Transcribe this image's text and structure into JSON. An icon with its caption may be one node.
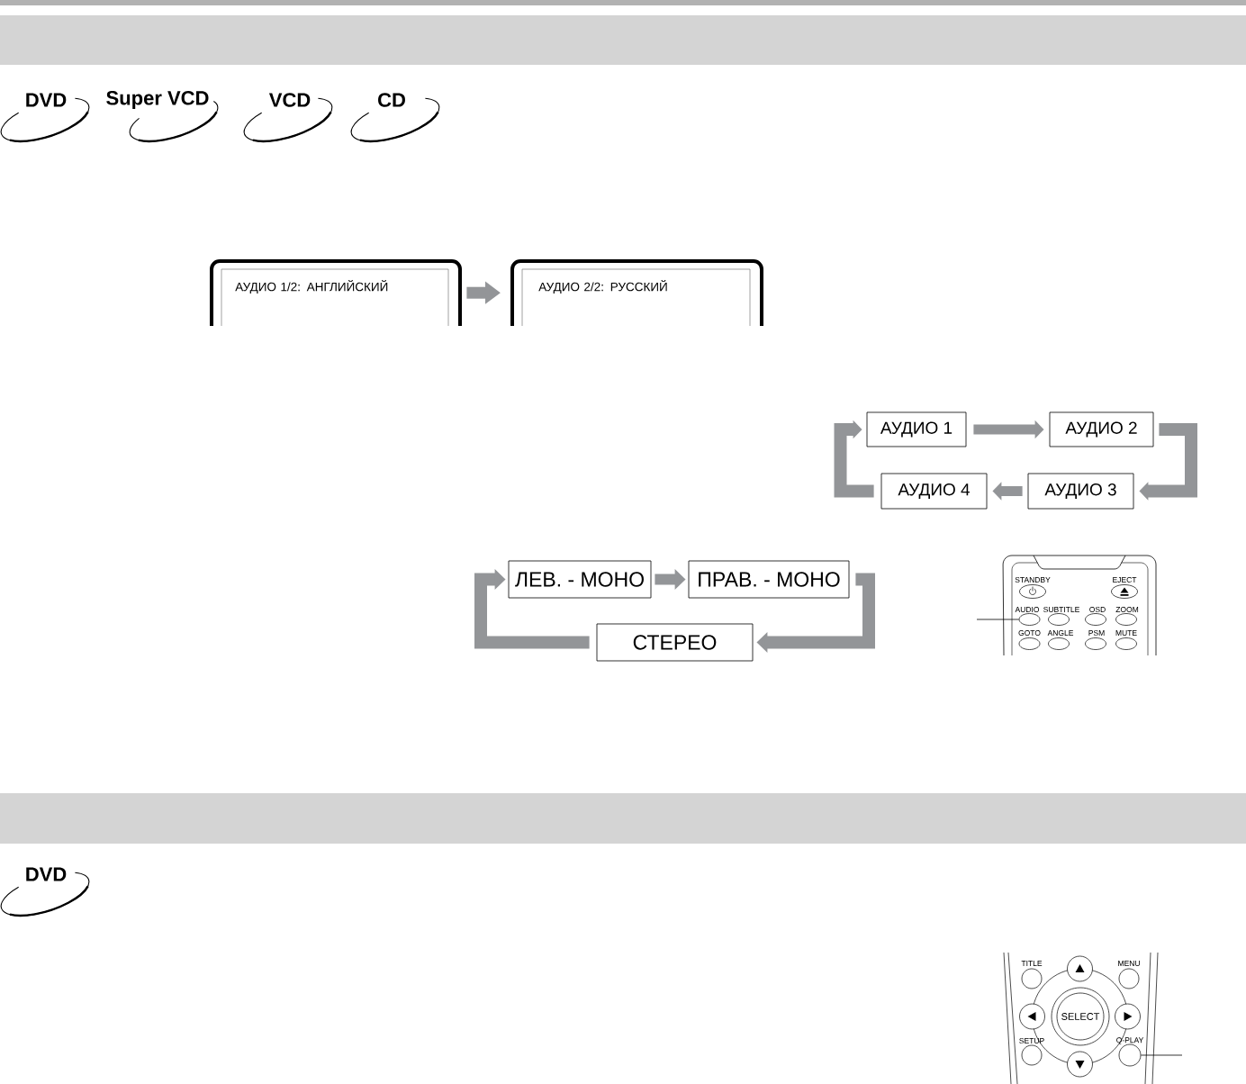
{
  "diagram": {
    "nodes": [
      {
        "text": [
          "DVD"
        ]
      },
      {
        "text": [
          "Super VCD"
        ]
      },
      {
        "text": [
          "VCD"
        ]
      },
      {
        "text": [
          "CD"
        ]
      },
      {
        "text": [
          "АУДИО 1/2: АНГЛИЙСКИЙ"
        ]
      },
      {
        "text": [
          "АУДИО 2/2: РУССКИЙ"
        ]
      },
      {
        "text": [
          "АУДИО 1"
        ]
      },
      {
        "text": [
          "АУДИО 2"
        ]
      },
      {
        "text": [
          "АУДИО 4"
        ]
      },
      {
        "text": [
          "АУДИО 3"
        ]
      },
      {
        "text": [
          "ЛЕВ. - МОНО"
        ]
      },
      {
        "text": [
          "ПРАВ. - МОНО"
        ]
      },
      {
        "text": [
          "СТЕРЕО"
        ]
      },
      {
        "text": [
          "STANDBY"
        ]
      },
      {
        "text": [
          "EJECT"
        ]
      },
      {
        "text": [
          "AUDIO"
        ]
      },
      {
        "text": [
          "SUBTITLE"
        ]
      },
      {
        "text": [
          "OSD"
        ]
      },
      {
        "text": [
          "ZOOM"
        ]
      },
      {
        "text": [
          "GOTO"
        ]
      },
      {
        "text": [
          "ANGLE"
        ]
      },
      {
        "text": [
          "PSM"
        ]
      },
      {
        "text": [
          "MUTE"
        ]
      },
      {
        "text": [
          "DVD"
        ]
      },
      {
        "text": [
          "TITLE"
        ]
      },
      {
        "text": [],
        "shape": "circle"
      },
      {
        "text": [
          "MENU"
        ]
      },
      {
        "text": [],
        "shape": "circle"
      },
      {
        "text": [
          "SELECT"
        ]
      },
      {
        "text": [],
        "shape": "circle"
      },
      {
        "text": [
          "SETUP"
        ]
      },
      {
        "text": [],
        "shape": "circle"
      },
      {
        "text": [
          "Q-PLAY"
        ]
      }
    ],
    "edges": [
      {
        "from": 4,
        "to": 5,
        "arrow": "to"
      },
      {
        "from": 6,
        "to": 7,
        "arrow": "to"
      },
      {
        "from": 7,
        "to": 9,
        "arrow": "to"
      },
      {
        "from": 9,
        "to": 8,
        "arrow": "to"
      },
      {
        "from": 8,
        "to": 6,
        "arrow": "to"
      },
      {
        "from": 10,
        "to": 11,
        "arrow": "to"
      },
      {
        "from": 11,
        "to": 12,
        "arrow": "to"
      },
      {
        "from": 12,
        "to": 10,
        "arrow": "to"
      },
      {
        "from": null,
        "to": 15,
        "arrow": "none",
        "color": "#000000"
      },
      {
        "from": 32,
        "to": null,
        "arrow": "none",
        "color": "#000000"
      }
    ]
  }
}
